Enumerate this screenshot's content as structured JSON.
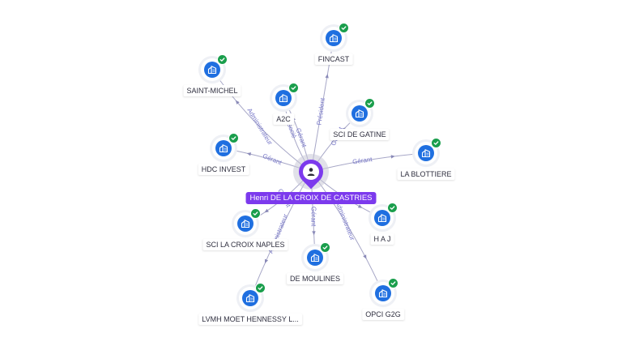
{
  "center": {
    "name": "Henri DE LA CROIX DE CASTRIES",
    "icon": "person-icon",
    "color": "#7c3aed"
  },
  "nodes": [
    {
      "id": "fincast",
      "name": "FINCAST",
      "icon": "company-icon",
      "status_icon": "check-icon"
    },
    {
      "id": "saint-michel",
      "name": "SAINT-MICHEL",
      "icon": "company-icon",
      "status_icon": "check-icon"
    },
    {
      "id": "a2c",
      "name": "A2C",
      "icon": "company-icon",
      "status_icon": "check-icon"
    },
    {
      "id": "sci-de-gatine",
      "name": "SCI DE GATINE",
      "icon": "company-icon",
      "status_icon": "check-icon"
    },
    {
      "id": "hdc-invest",
      "name": "HDC INVEST",
      "icon": "company-icon",
      "status_icon": "check-icon"
    },
    {
      "id": "la-blottiere",
      "name": "LA BLOTTIERE",
      "icon": "company-icon",
      "status_icon": "check-icon"
    },
    {
      "id": "haj",
      "name": "H A J",
      "icon": "company-icon",
      "status_icon": "check-icon"
    },
    {
      "id": "sci-la-croix-naples",
      "name": "SCI LA CROIX NAPLES",
      "icon": "company-icon",
      "status_icon": "check-icon"
    },
    {
      "id": "de-moulines",
      "name": "DE MOULINES",
      "icon": "company-icon",
      "status_icon": "check-icon"
    },
    {
      "id": "lvmh",
      "name": "LVMH MOET HENNESSY L...",
      "icon": "company-icon",
      "status_icon": "check-icon"
    },
    {
      "id": "opci-g2g",
      "name": "OPCI G2G",
      "icon": "company-icon",
      "status_icon": "check-icon"
    }
  ],
  "edges": [
    {
      "to": "fincast",
      "label": "Président"
    },
    {
      "to": "saint-michel",
      "label": "Administrateur"
    },
    {
      "to": "a2c",
      "label": "Gérant"
    },
    {
      "to": "a2c",
      "label": "Associé"
    },
    {
      "to": "sci-de-gatine",
      "label": "Gérant"
    },
    {
      "to": "hdc-invest",
      "label": "Gérant"
    },
    {
      "to": "la-blottiere",
      "label": "Gérant"
    },
    {
      "to": "haj",
      "label": ""
    },
    {
      "to": "sci-la-croix-naples",
      "label": "Gérant"
    },
    {
      "to": "de-moulines",
      "label": "Gérant"
    },
    {
      "to": "lvmh",
      "label": "Administrateur"
    },
    {
      "to": "opci-g2g",
      "label": "Administrateur"
    }
  ],
  "colors": {
    "company": "#1f6fe0",
    "check": "#1a9e4c",
    "edge": "#a7a7c7",
    "edge_label": "#7878c8"
  }
}
